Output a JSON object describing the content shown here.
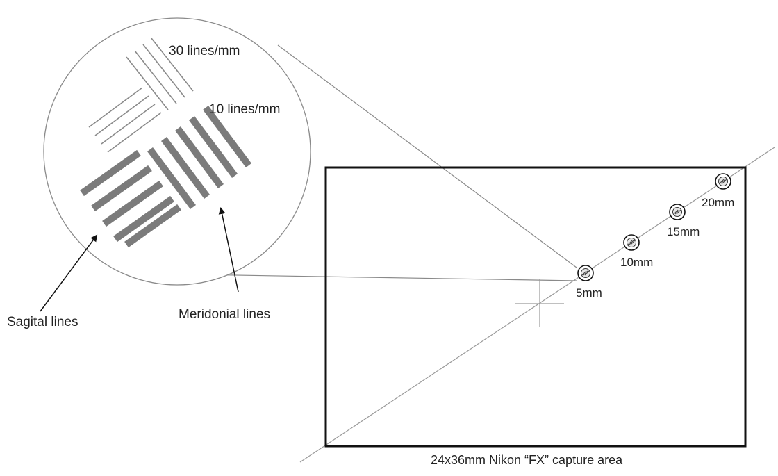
{
  "labels": {
    "fine_frequency": "30 lines/mm",
    "coarse_frequency": "10 lines/mm",
    "sagittal": "Sagital lines",
    "meridional": "Meridonial lines",
    "caption": "24x36mm Nikon “FX” capture area"
  },
  "radial_points": [
    {
      "label": "5mm",
      "distance_mm": 5
    },
    {
      "label": "10mm",
      "distance_mm": 10
    },
    {
      "label": "15mm",
      "distance_mm": 15
    },
    {
      "label": "20mm",
      "distance_mm": 20
    }
  ],
  "colors": {
    "outline": "#111111",
    "thin_line": "#9a9a9a",
    "bar": "#7b7b7b",
    "text": "#222222"
  }
}
